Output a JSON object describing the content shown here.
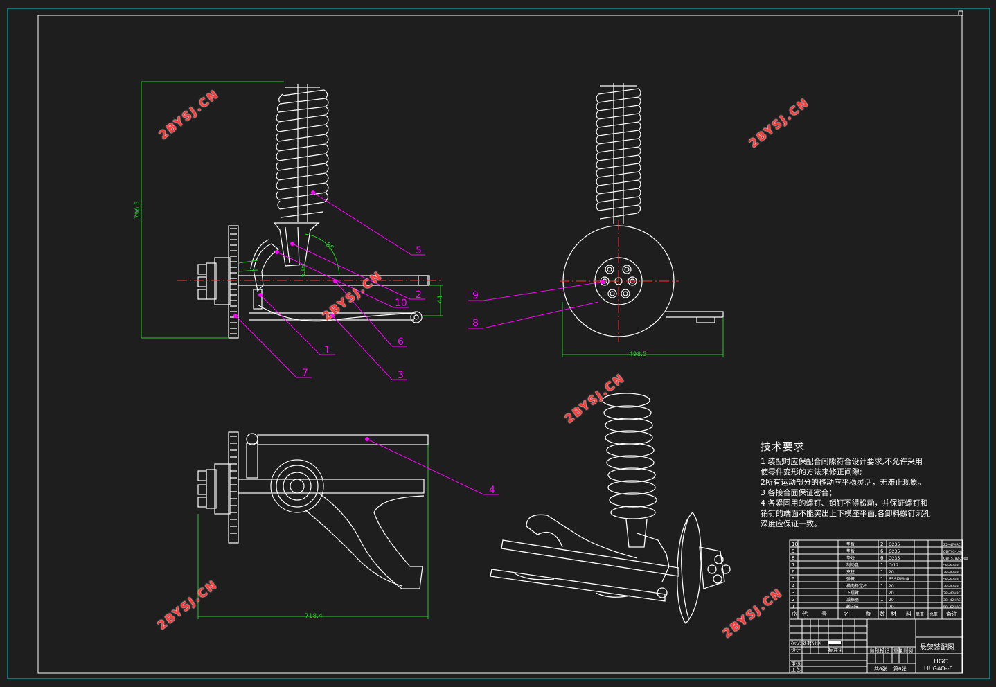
{
  "balloons": [
    "1",
    "2",
    "3",
    "4",
    "5",
    "6",
    "7",
    "8",
    "9",
    "10"
  ],
  "dimensions": {
    "height_main": "796.5",
    "width_right": "498.5",
    "width_plan": "718.4",
    "arm_offset": "44",
    "angle_small": "6.46",
    "angle_big": "85"
  },
  "watermark": "2BYSJ.CN",
  "tech": {
    "title": "技术要求",
    "lines": [
      "1  装配时应保配合间隙符合设计要求,不允许采用",
      "使零件变形的方法来修正间隙;",
      "2所有运动部分的移动应平稳灵活，无滞止现象。",
      "3  各接合面保证密合；",
      "4  各紧固用的螺钉、销钉不得松动，并保证螺钉和",
      "销钉的端面不能突出上下模座平面,各卸料螺钉沉孔",
      "深度应保证一致。"
    ]
  },
  "bom": {
    "rows": [
      {
        "no": "10",
        "name": "垫板",
        "qty": "2",
        "mat": "Q235",
        "note": "25~47HRC"
      },
      {
        "no": "9",
        "name": "垫板",
        "qty": "6",
        "mat": "Q235",
        "note": "GB/T93-1987"
      },
      {
        "no": "8",
        "name": "垫块",
        "qty": "6",
        "mat": "Q235",
        "note": "GB/T5782-2000"
      },
      {
        "no": "7",
        "name": "制动盘",
        "qty": "1",
        "mat": "Cr12",
        "note": "58~62HRC"
      },
      {
        "no": "6",
        "name": "支柱",
        "qty": "1",
        "mat": "20",
        "note": "38~42HRC"
      },
      {
        "no": "5",
        "name": "弹簧",
        "qty": "1",
        "mat": "65Si2MnA",
        "note": "58~62HRC"
      },
      {
        "no": "4",
        "name": "横向稳定杆",
        "qty": "1",
        "mat": "20",
        "note": "38~42HRC"
      },
      {
        "no": "3",
        "name": "下摆臂",
        "qty": "1",
        "mat": "20",
        "note": "38~42HRC"
      },
      {
        "no": "2",
        "name": "减振器",
        "qty": "1",
        "mat": "20",
        "note": "38~42HRC"
      },
      {
        "no": "1",
        "name": "转向节",
        "qty": "1",
        "mat": "20",
        "note": "58~62HRC"
      }
    ],
    "header": {
      "seq": "序",
      "code": "代",
      "code2": "号",
      "name": "名",
      "name2": "称",
      "qty": "数",
      "mat": "材",
      "mat2": "料",
      "weight": "单重",
      "total": "总重",
      "note": "备注"
    }
  },
  "title_block": {
    "drawing_name": "悬架装配图",
    "school": "HGC",
    "drawing_no": "LIUGAO--6",
    "mark": "标记",
    "count": "处数",
    "zone": "分区",
    "design": "设计",
    "standard": "标准化",
    "stage_mark": "阶段标记",
    "weight": "重量",
    "scale": "比例",
    "review": "审核",
    "process": "工艺",
    "sheets_total": "共6张",
    "sheet_no": "第6张"
  },
  "colors": {
    "bg": "#1e1e1e",
    "line": "#ffffff",
    "leader": "#ff00ff",
    "dim": "#22cc22",
    "center": "#ff3333",
    "frame": "#00c8c8",
    "watermark": "#ff3b3b"
  }
}
